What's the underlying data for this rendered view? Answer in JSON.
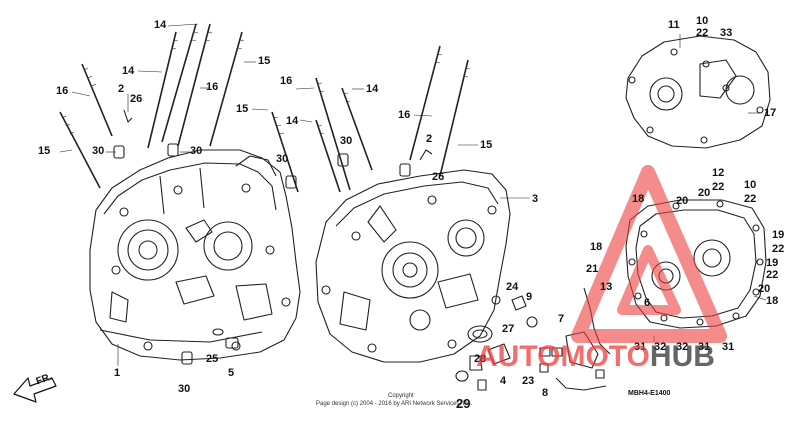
{
  "diagram": {
    "title": "",
    "direction_label": "FR.",
    "part_code": "MBH4-E1400",
    "copyright_line1": "Copyright",
    "copyright_line2": "Page design (c) 2004 - 2016 by ARI Network Services, Inc.",
    "callouts": [
      "1",
      "2",
      "3",
      "4",
      "5",
      "6",
      "7",
      "8",
      "9",
      "10",
      "11",
      "12",
      "13",
      "14",
      "15",
      "16",
      "17",
      "18",
      "19",
      "20",
      "21",
      "22",
      "23",
      "24",
      "25",
      "26",
      "27",
      "28",
      "29",
      "30",
      "31",
      "32",
      "33"
    ]
  },
  "watermark": {
    "brand_left": "AUTO",
    "brand_mid": "MOTO",
    "brand_right": "HUB",
    "color_red": "#f04040",
    "color_dark": "#333333"
  },
  "labels": [
    {
      "id": "l14a",
      "text": "14"
    },
    {
      "id": "l14b",
      "text": "14"
    },
    {
      "id": "l16a",
      "text": "16"
    },
    {
      "id": "l2a",
      "text": "2"
    },
    {
      "id": "l26a",
      "text": "26"
    },
    {
      "id": "l16b",
      "text": "16"
    },
    {
      "id": "l15a",
      "text": "15"
    },
    {
      "id": "l15b",
      "text": "15"
    },
    {
      "id": "l30a",
      "text": "30"
    },
    {
      "id": "l30b",
      "text": "30"
    },
    {
      "id": "l1",
      "text": "1"
    },
    {
      "id": "l25",
      "text": "25"
    },
    {
      "id": "l5",
      "text": "5"
    },
    {
      "id": "l30c",
      "text": "30"
    },
    {
      "id": "l16c",
      "text": "16"
    },
    {
      "id": "l14c",
      "text": "14"
    },
    {
      "id": "l15c",
      "text": "15"
    },
    {
      "id": "l14d",
      "text": "14"
    },
    {
      "id": "l30d",
      "text": "30"
    },
    {
      "id": "l30e",
      "text": "30"
    },
    {
      "id": "l16d",
      "text": "16"
    },
    {
      "id": "l2b",
      "text": "2"
    },
    {
      "id": "l15d",
      "text": "15"
    },
    {
      "id": "l26b",
      "text": "26"
    },
    {
      "id": "l3",
      "text": "3"
    },
    {
      "id": "l24",
      "text": "24"
    },
    {
      "id": "l9",
      "text": "9"
    },
    {
      "id": "l27",
      "text": "27"
    },
    {
      "id": "l7",
      "text": "7"
    },
    {
      "id": "l28",
      "text": "28"
    },
    {
      "id": "l4",
      "text": "4"
    },
    {
      "id": "l23",
      "text": "23"
    },
    {
      "id": "l8",
      "text": "8"
    },
    {
      "id": "l29",
      "text": "29"
    },
    {
      "id": "l11",
      "text": "11"
    },
    {
      "id": "l10a",
      "text": "10"
    },
    {
      "id": "l22a",
      "text": "22"
    },
    {
      "id": "l33",
      "text": "33"
    },
    {
      "id": "l17",
      "text": "17"
    },
    {
      "id": "l12",
      "text": "12"
    },
    {
      "id": "l22b",
      "text": "22"
    },
    {
      "id": "l10b",
      "text": "10"
    },
    {
      "id": "l22c",
      "text": "22"
    },
    {
      "id": "l20a",
      "text": "20"
    },
    {
      "id": "l20b",
      "text": "20"
    },
    {
      "id": "l18a",
      "text": "18"
    },
    {
      "id": "l18b",
      "text": "18"
    },
    {
      "id": "l19a",
      "text": "19"
    },
    {
      "id": "l22d",
      "text": "22"
    },
    {
      "id": "l19b",
      "text": "19"
    },
    {
      "id": "l22e",
      "text": "22"
    },
    {
      "id": "l21",
      "text": "21"
    },
    {
      "id": "l13",
      "text": "13"
    },
    {
      "id": "l6",
      "text": "6"
    },
    {
      "id": "l20c",
      "text": "20"
    },
    {
      "id": "l18c",
      "text": "18"
    },
    {
      "id": "l31a",
      "text": "31"
    },
    {
      "id": "l32a",
      "text": "32"
    },
    {
      "id": "l32b",
      "text": "32"
    },
    {
      "id": "l31b",
      "text": "31"
    },
    {
      "id": "l31c",
      "text": "31"
    }
  ]
}
